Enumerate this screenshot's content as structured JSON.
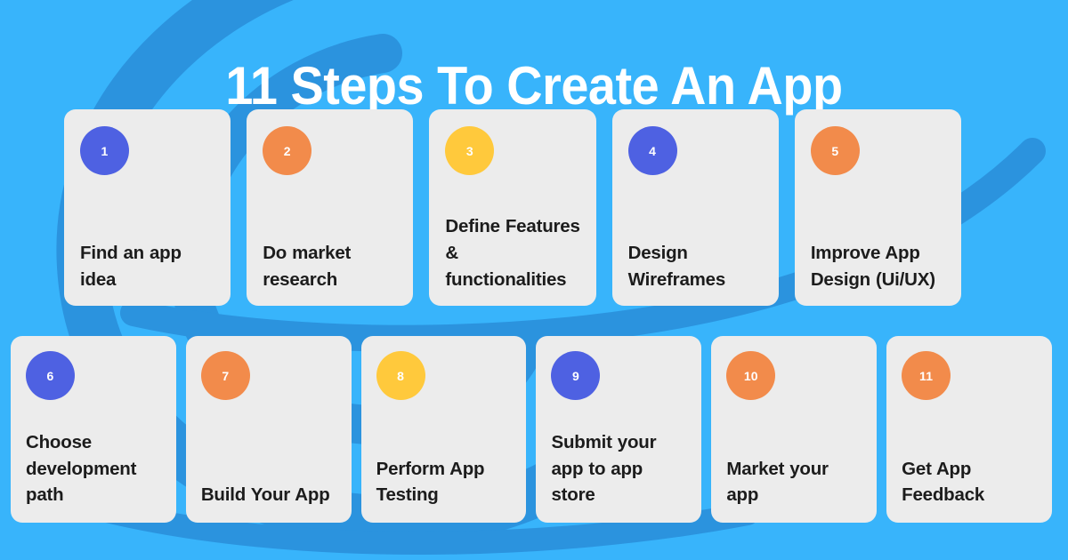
{
  "poster": {
    "title": "11 Steps To Create An App",
    "background_color": "#38b4fb",
    "swirl_color": "#2b93de",
    "card_color": "#ececec",
    "title_color": "#ffffff",
    "label_color": "#1c1c1c"
  },
  "palette": {
    "blue": "#4e61e2",
    "orange": "#f28b4b",
    "yellow": "#ffc93c"
  },
  "rows": [
    {
      "name": "row-1",
      "steps": [
        {
          "number": "1",
          "color": "blue",
          "label": "Find an app idea"
        },
        {
          "number": "2",
          "color": "orange",
          "label": "Do market research"
        },
        {
          "number": "3",
          "color": "yellow",
          "label": "Define Features & functionalities"
        },
        {
          "number": "4",
          "color": "blue",
          "label": "Design Wireframes"
        },
        {
          "number": "5",
          "color": "orange",
          "label": "Improve App Design (Ui/UX)"
        }
      ]
    },
    {
      "name": "row-2",
      "steps": [
        {
          "number": "6",
          "color": "blue",
          "label": "Choose development path"
        },
        {
          "number": "7",
          "color": "orange",
          "label": "Build Your App"
        },
        {
          "number": "8",
          "color": "yellow",
          "label": "Perform App Testing"
        },
        {
          "number": "9",
          "color": "blue",
          "label": "Submit your app to app store"
        },
        {
          "number": "10",
          "color": "orange",
          "label": "Market your app"
        },
        {
          "number": "11",
          "color": "orange",
          "label": "Get App Feedback"
        }
      ]
    }
  ]
}
